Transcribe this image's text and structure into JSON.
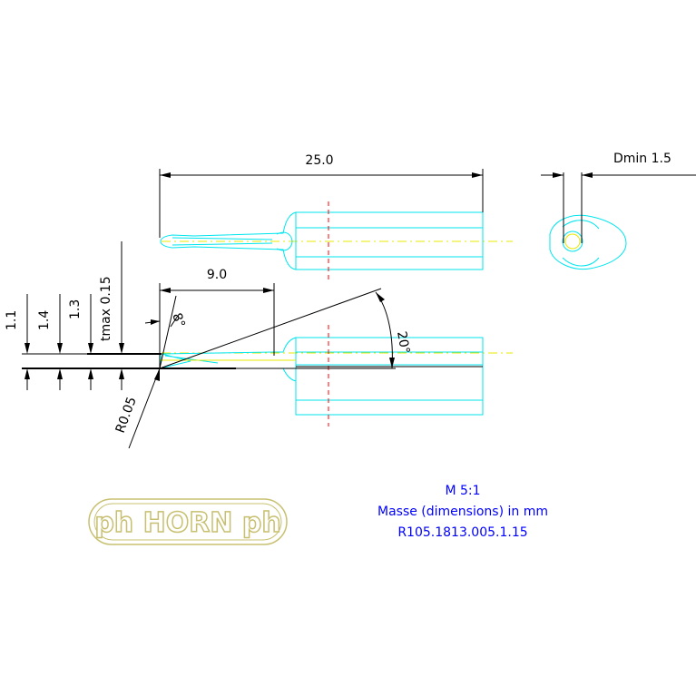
{
  "dimensions": {
    "total_length": "25.0",
    "d_min": "Dmin 1.5",
    "tip_length": "9.0",
    "t_max": "tmax 0.15",
    "angle_8": "8°",
    "angle_20": "20°",
    "radius": "R0.05",
    "height_1_1": "1.1",
    "height_1_4": "1.4",
    "height_1_3": "1.3"
  },
  "notes": {
    "scale": "M 5:1",
    "units": "Masse (dimensions) in mm",
    "part_number": "R105.1813.005.1.15"
  },
  "logo": {
    "text": "ph HORN ph"
  },
  "colors": {
    "outline": "#00e5ee",
    "centerline": "#e8e800",
    "axis": "#ff0000",
    "dimension": "#000000",
    "note": "#0000ff",
    "logo": "#c8c070"
  }
}
